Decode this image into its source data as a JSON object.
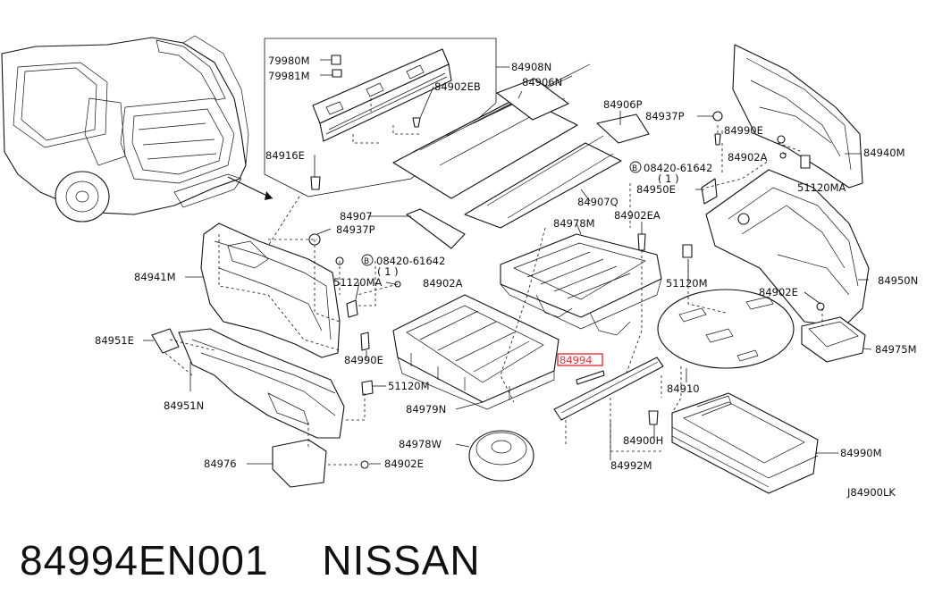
{
  "diagram_code": "J84900LK",
  "highlighted_part": "84994",
  "labels": {
    "l79980M": "79980M",
    "l79981M": "79981M",
    "l84908N": "84908N",
    "l84906N": "84906N",
    "l84902EB": "84902EB",
    "l84916E": "84916E",
    "l84906P": "84906P",
    "l84937P_top": "84937P",
    "l84990E_top": "84990E",
    "l84902A_top": "84902A",
    "l84940M": "84940M",
    "l08420_right": "08420-61642",
    "l08420_right_qty": "( 1 )",
    "l84950E": "84950E",
    "l51120MA_right": "51120MA",
    "l84907Q": "84907Q",
    "l84907": "84907",
    "l84937P_left": "84937P",
    "l84978M": "84978M",
    "l84902EA": "84902EA",
    "l84941M": "84941M",
    "l08420_left": "08420-61642",
    "l08420_left_qty": "( 1 )",
    "l51120MA_left": "51120MA",
    "l84902A_left": "84902A",
    "l51120M_right": "51120M",
    "l84950N": "84950N",
    "l84902E_right": "84902E",
    "l84951E": "84951E",
    "l84990E_left": "84990E",
    "l84975M": "84975M",
    "l84994": "84994",
    "l84910": "84910",
    "l84951N": "84951N",
    "l51120M_left": "51120M",
    "l84979N": "84979N",
    "l84900H": "84900H",
    "l84978W": "84978W",
    "l84992M": "84992M",
    "l84990M": "84990M",
    "l84976": "84976",
    "l84902E_bottom": "84902E"
  },
  "caption": {
    "part_number": "84994EN001",
    "brand": "NISSAN"
  },
  "colors": {
    "highlight": "#e5323b",
    "line": "#111111",
    "background": "#ffffff"
  }
}
